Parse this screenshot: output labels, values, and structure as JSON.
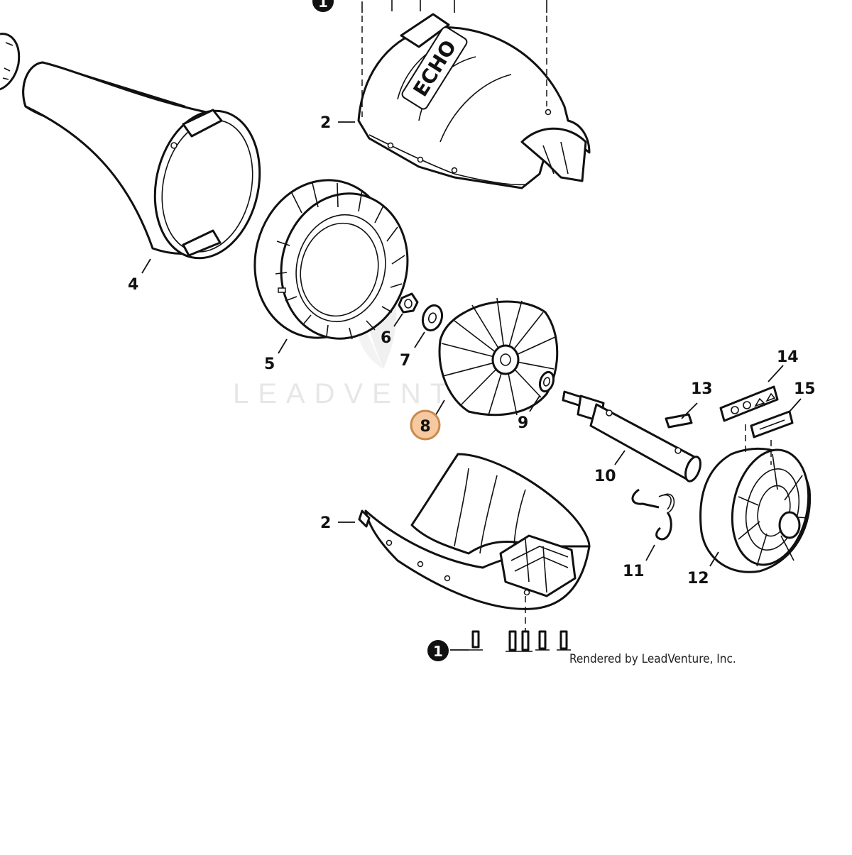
{
  "callouts": {
    "c1_top": "1",
    "c1_bottom": "1",
    "c2_top": "2",
    "c2_bottom": "2",
    "c4": "4",
    "c5": "5",
    "c6": "6",
    "c7": "7",
    "c8": "8",
    "c9": "9",
    "c10": "10",
    "c11": "11",
    "c12": "12",
    "c13": "13",
    "c14": "14",
    "c15": "15"
  },
  "highlighted_callout": "8",
  "watermark": "LEADVENTURE",
  "brand_mark": "ECHO",
  "credit": "Rendered by LeadVenture, Inc.",
  "colors": {
    "highlight_fill": "#f6c9a1",
    "highlight_stroke": "#c98a4c",
    "line": "#111111",
    "watermark": "#e7e7e7"
  }
}
